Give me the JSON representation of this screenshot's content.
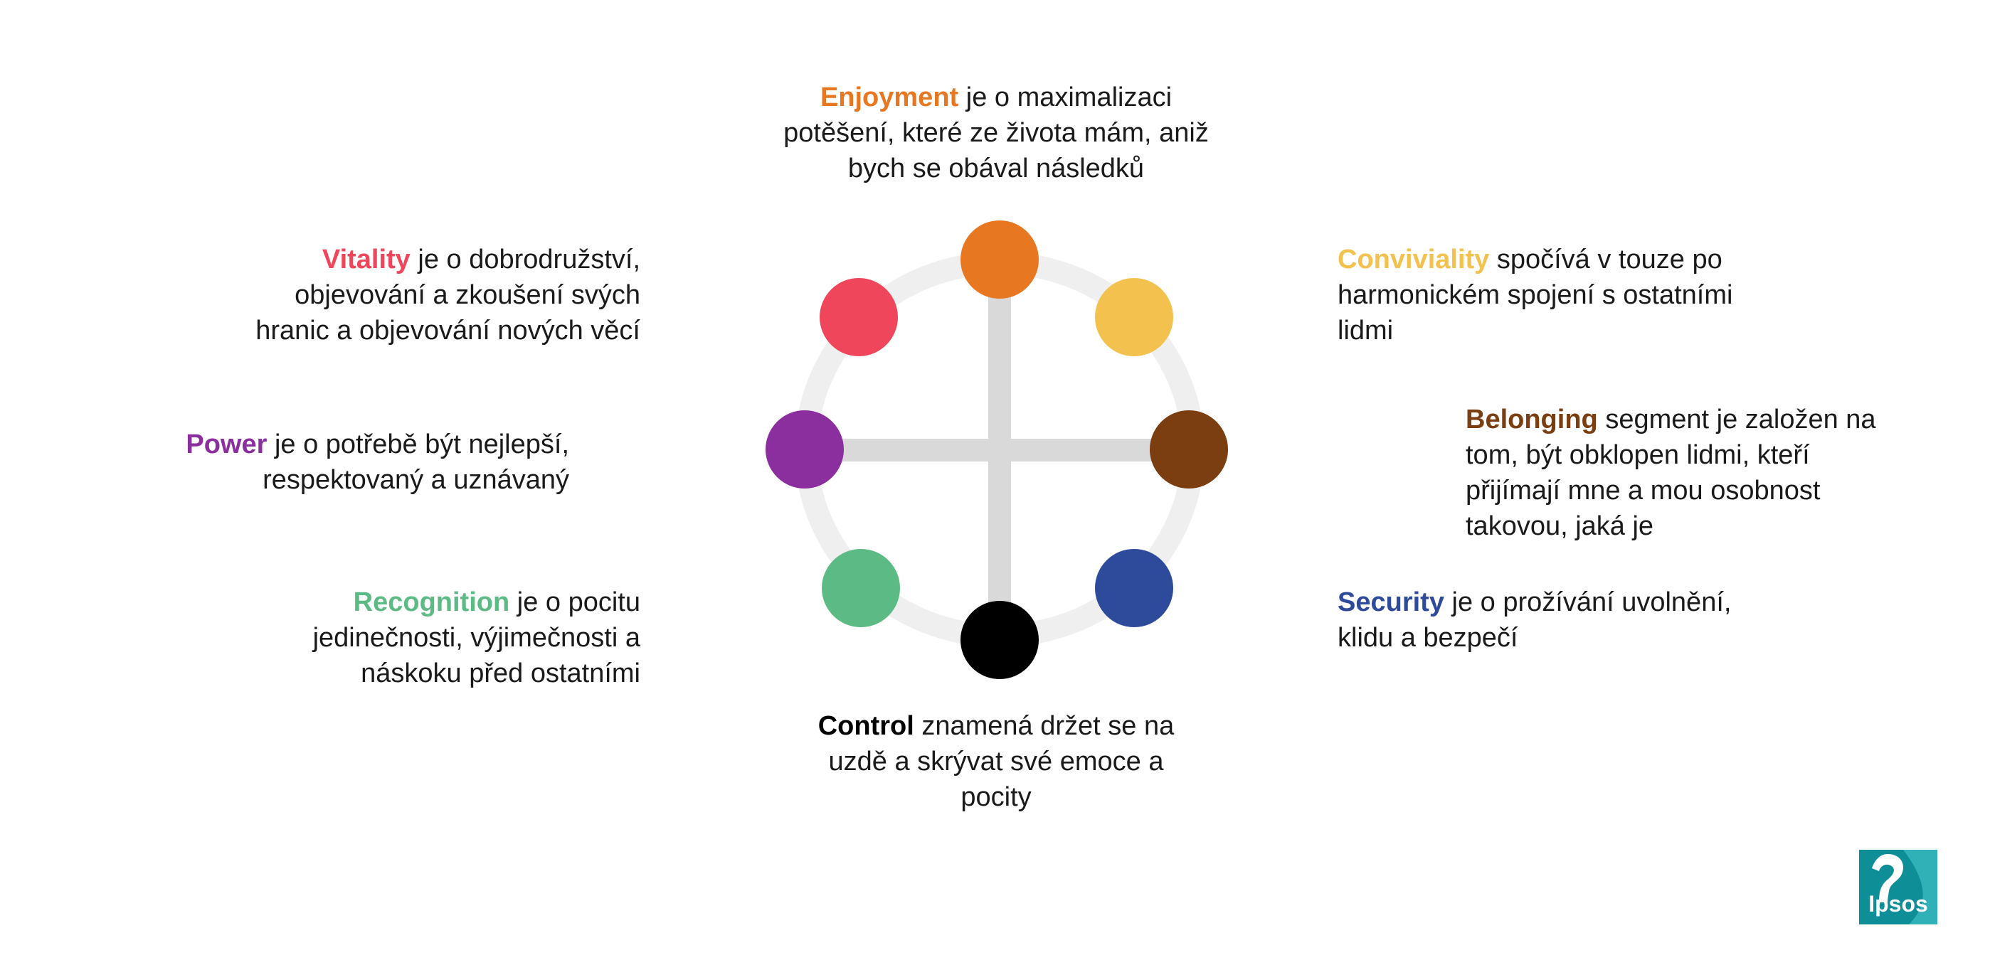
{
  "colors": {
    "enjoyment": "#E87722",
    "conviviality": "#F2C14E",
    "belonging": "#7A3E10",
    "security": "#2E4A9B",
    "control": "#000000",
    "recognition": "#5CBB85",
    "power": "#8B2F9E",
    "vitality": "#F0465C",
    "ring": "#EFEFEF",
    "cross": "#D9D9D9",
    "logo": "#0E8E97"
  },
  "segments": {
    "enjoyment": {
      "name": "Enjoyment",
      "line1": " je o maximalizaci",
      "line2": "potěšení, které ze života mám, aniž",
      "line3": "bych se obával následků"
    },
    "conviviality": {
      "name": "Conviviality",
      "line1": " spočívá v touze po",
      "line2": "harmonickém spojení s ostatními",
      "line3": "lidmi"
    },
    "belonging": {
      "name": "Belonging",
      "line1": " segment je založen na",
      "line2": "tom, být obklopen lidmi, kteří",
      "line3": "přijímají mne a mou osobnost",
      "line4": "takovou, jaká je"
    },
    "security": {
      "name": "Security",
      "line1": " je o prožívání uvolnění,",
      "line2": "klidu a bezpečí"
    },
    "control": {
      "name": "Control",
      "line1": " znamená držet se na",
      "line2": "uzdě a skrývat své emoce a",
      "line3": "pocity"
    },
    "recognition": {
      "name": "Recognition",
      "line1": " je o pocitu",
      "line2": "jedinečnosti, výjimečnosti a",
      "line3": "náskoku před ostatními"
    },
    "power": {
      "name": "Power",
      "line1": " je o potřebě být nejlepší,",
      "line2": "respektovaný a uznávaný"
    },
    "vitality": {
      "name": "Vitality",
      "line1": " je o dobrodružství,",
      "line2": "objevování a zkoušení svých",
      "line3": "hranic a objevování nových věcí"
    }
  },
  "logo": {
    "text": "Ipsos"
  }
}
